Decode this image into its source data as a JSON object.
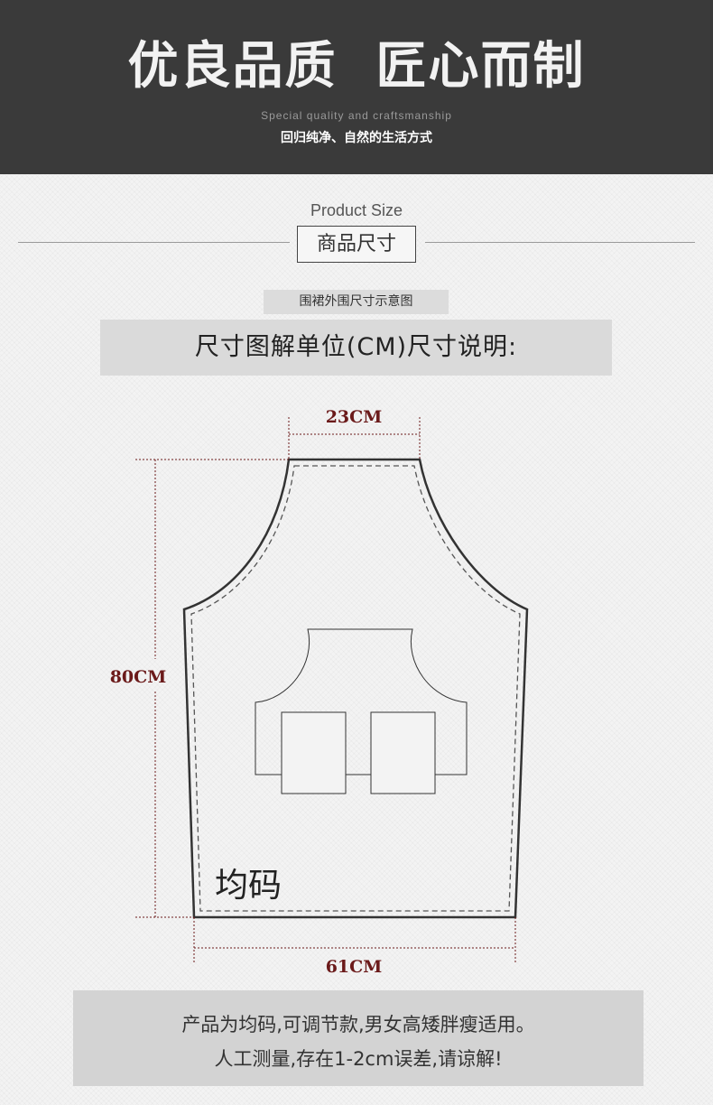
{
  "hero": {
    "title": "优良品质  匠心而制",
    "subtitle_en": "Special quality and craftsmanship",
    "subtitle_cn": "回归纯净、自然的生活方式"
  },
  "section": {
    "title_en": "Product Size",
    "title_cn": "商品尺寸"
  },
  "caption": "围裙外围尺寸示意图",
  "unit_bar": "尺寸图解单位(CM)尺寸说明:",
  "diagram": {
    "width_top": "23CM",
    "height": "80CM",
    "width_bottom": "61CM",
    "size_label": "均码",
    "colors": {
      "dimension": "#6b1a1a",
      "outline": "#333333"
    }
  },
  "notes": {
    "line1": "产品为均码,可调节款,男女高矮胖瘦适用。",
    "line2": "人工测量,存在1-2cm误差,请谅解!"
  }
}
